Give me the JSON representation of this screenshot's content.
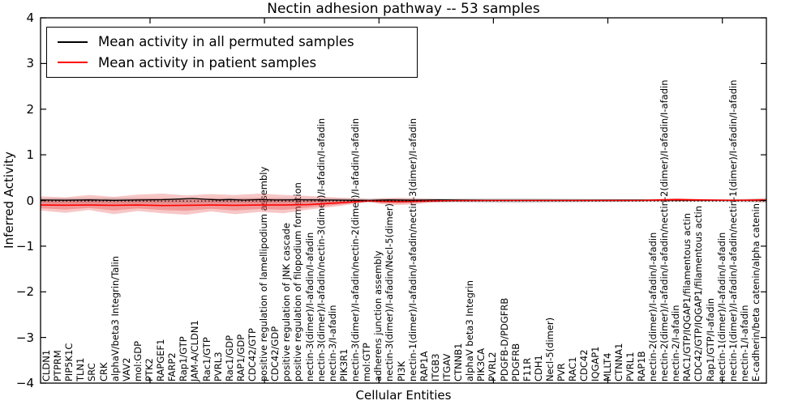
{
  "figure": {
    "title": "Nectin adhesion pathway -- 53 samples",
    "xlabel": "Cellular Entities",
    "ylabel": "Inferred Activity"
  },
  "legend": {
    "entries": [
      {
        "label": "Mean activity in all permuted samples",
        "color": "#000000"
      },
      {
        "label": "Mean activity in patient samples",
        "color": "#ff0000"
      }
    ]
  },
  "chart_data": {
    "type": "line",
    "title": "Nectin adhesion pathway -- 53 samples",
    "xlabel": "Cellular Entities",
    "ylabel": "Inferred Activity",
    "ylim": [
      -4,
      4
    ],
    "grid": false,
    "legend_position": "upper left",
    "yticks": [
      {
        "label": "4",
        "value": 4
      },
      {
        "label": "3",
        "value": 3
      },
      {
        "label": "2",
        "value": 2
      },
      {
        "label": "1",
        "value": 1
      },
      {
        "label": "0",
        "value": 0
      },
      {
        "label": "−1",
        "value": -1
      },
      {
        "label": "−2",
        "value": -2
      },
      {
        "label": "−3",
        "value": -3
      },
      {
        "label": "−4",
        "value": -4
      }
    ],
    "categories": [
      "CLDN1",
      "PTPRM",
      "PIP5K1C",
      "TLN1",
      "SRC",
      "CRK",
      "alphaV/beta3 Integrin/Talin",
      "VAV2",
      "mol:GDP",
      "PTK2",
      "RAPGEF1",
      "FARP2",
      "Rap1/GTP",
      "JAM-A/CLDN1",
      "Rac1/GTP",
      "PVRL3",
      "Rac1/GDP",
      "RAP1/GDP",
      "CDC42/GTP",
      "positive regulation of lamellipodium assembly",
      "CDC42/GDP",
      "positive regulation of JNK cascade",
      "positive regulation of filopodium formation",
      "nectin-3(dimer)/I-afadin/I-afadin",
      "nectin-3(dimer)/I-afadin/nectin-3(dimer)/I-afadin/I-afadin",
      "nectin-3/I-afadin",
      "PIK3R1",
      "nectin-3(dimer)/I-afadin/nectin-2(dimer)/I-afadin/I-afadin",
      "mol:GTP",
      "adherens junction assembly",
      "nectin-3(dimer)/I-afadin/Necl-5(dimer)",
      "PI3K",
      "nectin-1(dimer)/I-afadin/I-afadin/nectin-3(dimer)/I-afadin",
      "RAP1A",
      "ITGB3",
      "ITGAV",
      "CTNNB1",
      "alphaV beta3 Integrin",
      "PIK3CA",
      "PVRL2",
      "PDGFB-D/PDGFRB",
      "PDGFRB",
      "F11R",
      "CDH1",
      "Necl-5(dimer)",
      "PVR",
      "RAC1",
      "CDC42",
      "IQGAP1",
      "MLLT4",
      "CTNNA1",
      "PVRL1",
      "RAP1B",
      "nectin-2(dimer)/I-afadin/I-afadin",
      "nectin-2(dimer)/I-afadin/I-afadin/nectin-2(dimer)/I-afadin/I-afadin",
      "nectin-2/I-afadin",
      "RAC1/GTP/IQGAP1/filamentous actin",
      "CDC42/GTP/IQGAP1/filamentous actin",
      "Rap1/GTP/I-afadin",
      "nectin-1(dimer)/I-afadin/I-afadin",
      "nectin-1(dimer)/I-afadin/I-afadin/nectin-1(dimer)/I-afadin/I-afadin",
      "nectin-1/I-afadin",
      "E-cadherin/beta catenin/alpha catenin"
    ],
    "top_tick_indices": [
      9,
      19,
      29,
      39,
      49,
      59
    ],
    "series": [
      {
        "name": "Mean activity in all permuted samples",
        "color": "#000000",
        "style": "solid",
        "width": 1.3,
        "points": [
          [
            0,
            0.01
          ],
          [
            0.034,
            0.005
          ],
          [
            0.067,
            0.012
          ],
          [
            0.101,
            0.003
          ],
          [
            0.134,
            0.01
          ],
          [
            0.168,
            0.018
          ],
          [
            0.19,
            0.03
          ],
          [
            0.209,
            0.045
          ],
          [
            0.229,
            0.025
          ],
          [
            0.246,
            0.012
          ],
          [
            0.26,
            0.022
          ],
          [
            0.28,
            0.008
          ],
          [
            0.302,
            0.02
          ],
          [
            0.324,
            0.01
          ],
          [
            0.358,
            0.016
          ],
          [
            0.391,
            0.01
          ],
          [
            0.425,
            0.006
          ],
          [
            0.453,
            0.002
          ],
          [
            0.48,
            0.012
          ],
          [
            0.514,
            0.006
          ],
          [
            0.547,
            0.012
          ],
          [
            0.615,
            0.006
          ],
          [
            0.726,
            0.006
          ],
          [
            0.827,
            0.008
          ],
          [
            0.899,
            0.005
          ],
          [
            1,
            0.006
          ]
        ]
      },
      {
        "name": "Mean activity in patient samples",
        "color": "#ff0000",
        "style": "solid",
        "width": 1.6,
        "points": [
          [
            0,
            -0.1
          ],
          [
            0.034,
            -0.103
          ],
          [
            0.067,
            -0.1
          ],
          [
            0.101,
            -0.105
          ],
          [
            0.134,
            -0.1
          ],
          [
            0.168,
            -0.11
          ],
          [
            0.201,
            -0.105
          ],
          [
            0.235,
            -0.1
          ],
          [
            0.268,
            -0.105
          ],
          [
            0.302,
            -0.1
          ],
          [
            0.335,
            -0.1
          ],
          [
            0.369,
            -0.09
          ],
          [
            0.391,
            -0.07
          ],
          [
            0.413,
            -0.05
          ],
          [
            0.436,
            -0.025
          ],
          [
            0.453,
            -0.008
          ],
          [
            0.469,
            -0.02
          ],
          [
            0.492,
            -0.025
          ],
          [
            0.514,
            -0.02
          ],
          [
            0.536,
            -0.01
          ],
          [
            0.57,
            -0.003
          ],
          [
            0.615,
            -0.002
          ],
          [
            0.67,
            -0.002
          ],
          [
            0.726,
            -0.002
          ],
          [
            0.782,
            -0.002
          ],
          [
            0.827,
            0
          ],
          [
            0.855,
            0.012
          ],
          [
            0.877,
            0.02
          ],
          [
            0.899,
            0.012
          ],
          [
            0.927,
            0.008
          ],
          [
            0.95,
            0.003
          ],
          [
            0.972,
            0.005
          ],
          [
            0.989,
            0.01
          ],
          [
            1,
            0.008
          ]
        ]
      },
      {
        "name": "zero reference",
        "color": "#000000",
        "style": "dotted",
        "width": 1.2,
        "points": [
          [
            0,
            -0.012
          ],
          [
            1,
            -0.012
          ]
        ]
      }
    ],
    "bands": [
      {
        "name": "permuted std band",
        "color": "#909090",
        "opacity": 0.35,
        "points": [
          [
            0,
            0.05,
            -0.06
          ],
          [
            0.1,
            0.055,
            -0.065
          ],
          [
            0.2,
            0.05,
            -0.06
          ],
          [
            0.3,
            0.055,
            -0.06
          ],
          [
            0.4,
            0.05,
            -0.05
          ],
          [
            0.45,
            0.045,
            -0.045
          ],
          [
            0.5,
            0.04,
            -0.045
          ],
          [
            0.55,
            0.04,
            -0.04
          ],
          [
            0.6,
            0.045,
            -0.05
          ],
          [
            0.65,
            0.05,
            -0.055
          ],
          [
            0.7,
            0.045,
            -0.05
          ],
          [
            0.75,
            0.035,
            -0.04
          ],
          [
            0.8,
            0.03,
            -0.035
          ],
          [
            0.85,
            0.03,
            -0.03
          ],
          [
            0.9,
            0.025,
            -0.03
          ],
          [
            0.95,
            0.03,
            -0.035
          ],
          [
            1,
            0.045,
            -0.05
          ]
        ]
      },
      {
        "name": "patient band outer",
        "color": "#e64545",
        "opacity": 0.3,
        "points": [
          [
            0,
            0.09,
            -0.22
          ],
          [
            0.034,
            0.07,
            -0.27
          ],
          [
            0.067,
            0.12,
            -0.21
          ],
          [
            0.101,
            0.08,
            -0.3
          ],
          [
            0.134,
            0.13,
            -0.23
          ],
          [
            0.168,
            0.15,
            -0.28
          ],
          [
            0.201,
            0.11,
            -0.31
          ],
          [
            0.235,
            0.14,
            -0.24
          ],
          [
            0.268,
            0.12,
            -0.3
          ],
          [
            0.302,
            0.15,
            -0.25
          ],
          [
            0.335,
            0.12,
            -0.28
          ],
          [
            0.369,
            0.1,
            -0.2
          ],
          [
            0.391,
            0.08,
            -0.16
          ],
          [
            0.413,
            0.06,
            -0.12
          ],
          [
            0.436,
            0.045,
            -0.07
          ],
          [
            0.453,
            0.025,
            -0.03
          ],
          [
            0.469,
            0.05,
            -0.08
          ],
          [
            0.492,
            0.06,
            -0.1
          ],
          [
            0.514,
            0.05,
            -0.085
          ],
          [
            0.536,
            0.035,
            -0.05
          ],
          [
            0.57,
            0.02,
            -0.025
          ],
          [
            0.615,
            0.015,
            -0.02
          ],
          [
            0.67,
            0.012,
            -0.015
          ],
          [
            0.726,
            0.012,
            -0.015
          ],
          [
            0.782,
            0.012,
            -0.012
          ],
          [
            0.827,
            0.02,
            -0.012
          ],
          [
            0.855,
            0.035,
            -0.02
          ],
          [
            0.877,
            0.05,
            -0.025
          ],
          [
            0.899,
            0.04,
            -0.02
          ],
          [
            0.927,
            0.025,
            -0.015
          ],
          [
            0.95,
            0.02,
            -0.012
          ],
          [
            0.972,
            0.025,
            -0.02
          ],
          [
            0.989,
            0.04,
            -0.035
          ],
          [
            1,
            0.05,
            -0.04
          ]
        ]
      },
      {
        "name": "patient band inner",
        "color": "#e64545",
        "opacity": 0.35,
        "points": [
          [
            0,
            0.01,
            -0.17
          ],
          [
            0.034,
            -0.003,
            -0.2
          ],
          [
            0.067,
            0.028,
            -0.164
          ],
          [
            0.101,
            0.002,
            -0.218
          ],
          [
            0.134,
            0.033,
            -0.175
          ],
          [
            0.168,
            0.041,
            -0.209
          ],
          [
            0.201,
            0.02,
            -0.224
          ],
          [
            0.235,
            0.039,
            -0.181
          ],
          [
            0.268,
            0.026,
            -0.218
          ],
          [
            0.302,
            0.045,
            -0.187
          ],
          [
            0.335,
            0.028,
            -0.204
          ],
          [
            0.369,
            0.02,
            -0.154
          ],
          [
            0.391,
            0.017,
            -0.122
          ],
          [
            0.413,
            0.014,
            -0.091
          ],
          [
            0.436,
            0.016,
            -0.051
          ],
          [
            0.453,
            0.011,
            -0.021
          ],
          [
            0.469,
            0.021,
            -0.055
          ],
          [
            0.492,
            0.024,
            -0.069
          ],
          [
            0.514,
            0.021,
            -0.058
          ],
          [
            0.536,
            0.016,
            -0.033
          ],
          [
            0.57,
            0.01,
            -0.016
          ],
          [
            0.615,
            0.008,
            -0.012
          ],
          [
            0.67,
            0.006,
            -0.01
          ],
          [
            0.726,
            0.006,
            -0.01
          ],
          [
            0.782,
            0.006,
            -0.008
          ],
          [
            0.827,
            0.012,
            -0.007
          ],
          [
            0.855,
            0.025,
            -0.007
          ],
          [
            0.877,
            0.037,
            -0.006
          ],
          [
            0.899,
            0.028,
            -0.007
          ],
          [
            0.927,
            0.018,
            -0.005
          ],
          [
            0.95,
            0.013,
            -0.006
          ],
          [
            0.972,
            0.017,
            -0.01
          ],
          [
            0.989,
            0.027,
            -0.016
          ],
          [
            1,
            0.032,
            -0.02
          ]
        ]
      }
    ]
  }
}
